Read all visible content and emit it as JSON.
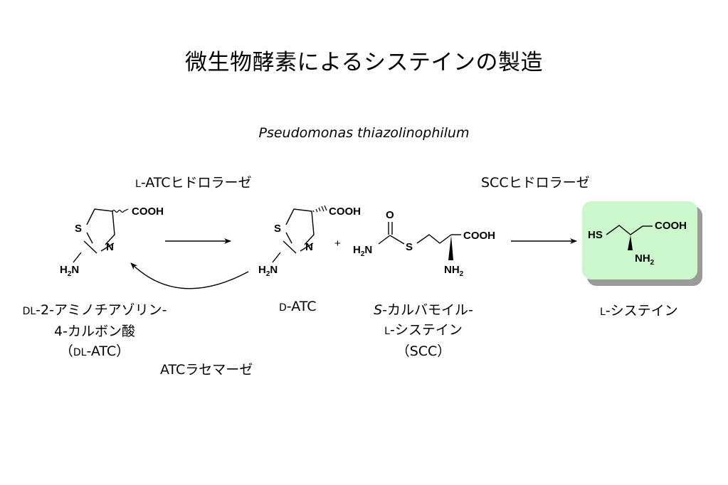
{
  "title": "微生物酵素によるシステインの製造",
  "organism": "Pseudomonas thiazolinophilum",
  "enzymes": {
    "atc_hydrolase": {
      "prefix": "L",
      "text": "-ATCヒドロラーゼ"
    },
    "scc_hydrolase": "SCCヒドロラーゼ",
    "atc_racemase": "ATCラセマーゼ"
  },
  "compounds": {
    "dl_atc": {
      "line1_prefix": "D",
      "line1_prefix2": "L",
      "line1_text": "-2-アミノチアゾリン-",
      "line2": "4-カルボン酸",
      "line3_open": "（",
      "line3_prefix": "D",
      "line3_prefix2": "L",
      "line3_text": "-ATC）"
    },
    "d_atc": {
      "prefix": "D",
      "text": "-ATC"
    },
    "scc": {
      "line1_italic": "S",
      "line1_text": "-カルバモイル-",
      "line2_prefix": "L",
      "line2_text": "-システイン",
      "line3": "（SCC）"
    },
    "l_cysteine": {
      "prefix": "L",
      "text": "-システイン"
    }
  },
  "structure_labels": {
    "cooh": "COOH",
    "s": "S",
    "n": "N",
    "h": "H",
    "sub2": "2",
    "nh": "NH",
    "o": "O",
    "hs": "HS",
    "plus": "+"
  },
  "colors": {
    "highlight_fill": "#ccf7cc",
    "highlight_shadow": "#9a9a9a",
    "ink": "#000000"
  }
}
